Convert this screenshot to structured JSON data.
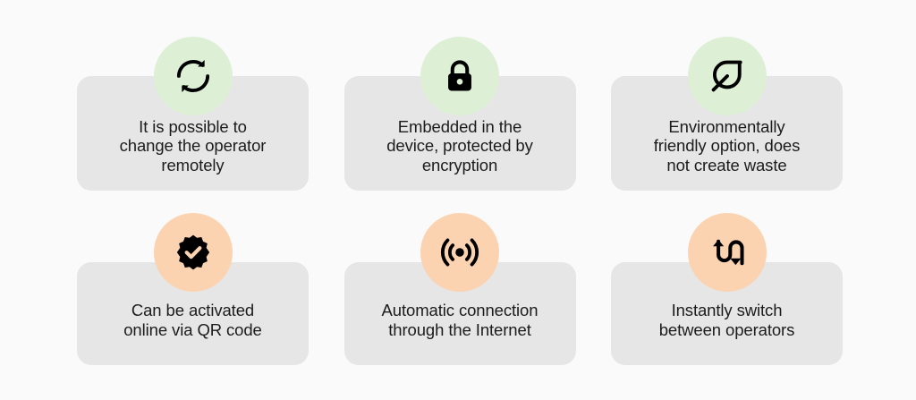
{
  "page": {
    "background_color": "#fafafa",
    "text_color": "#1c1c1c",
    "card_color": "#e6e6e6",
    "badge_green": "#ddf0d6",
    "badge_orange": "#fbd3b1"
  },
  "cards": [
    {
      "icon": "sync-icon",
      "badge_color": "#ddf0d6",
      "caption": "It is possible to\nchange the operator\nremotely"
    },
    {
      "icon": "lock-icon",
      "badge_color": "#ddf0d6",
      "caption": "Embedded in the\ndevice, protected by\nencryption"
    },
    {
      "icon": "leaf-icon",
      "badge_color": "#ddf0d6",
      "caption": "Environmentally\nfriendly option, does\nnot create waste"
    },
    {
      "icon": "verified-badge-icon",
      "badge_color": "#fbd3b1",
      "caption": "Can be activated\nonline via QR code"
    },
    {
      "icon": "broadcast-icon",
      "badge_color": "#fbd3b1",
      "caption": "Automatic connection\nthrough the Internet"
    },
    {
      "icon": "switch-arrows-icon",
      "badge_color": "#fbd3b1",
      "caption": "Instantly switch\nbetween operators"
    }
  ]
}
